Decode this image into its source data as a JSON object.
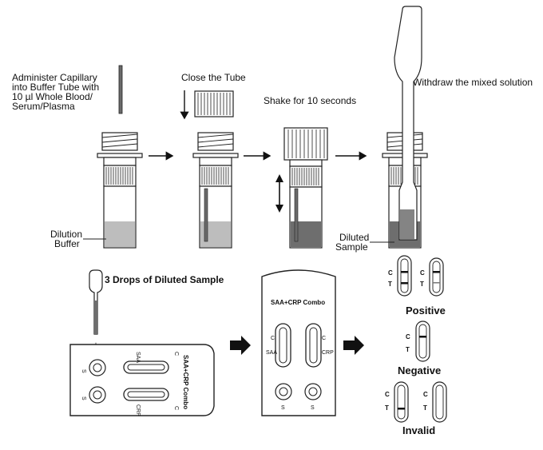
{
  "steps": {
    "administer": [
      "Administer  Capillary",
      "into Buffer Tube with",
      "10  µl  Whole Blood/",
      "Serum/Plasma"
    ],
    "close_tube": "Close the Tube",
    "shake": "Shake for 10 seconds",
    "withdraw": "Withdraw the mixed solution",
    "dilution_buffer": [
      "Dilution",
      "Buffer"
    ],
    "diluted_sample": [
      "Diluted",
      "Sample"
    ],
    "drops": "3 Drops of Diluted Sample"
  },
  "cassette": {
    "title": "SAA+CRP Combo",
    "saa": "SAA",
    "crp": "CRP",
    "c": "C",
    "s": "S"
  },
  "results": {
    "c": "C",
    "t": "T",
    "positive": "Positive",
    "negative": "Negative",
    "invalid": "Invalid"
  },
  "colors": {
    "buffer_light": "#bdbdbd",
    "buffer_dark": "#6e6e6e",
    "line": "#222222"
  }
}
